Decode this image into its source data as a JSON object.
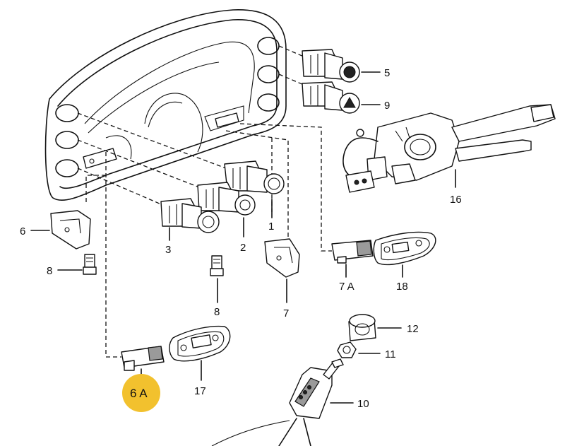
{
  "highlight_color": "#f2c12e",
  "labels": {
    "l1": "1",
    "l2": "2",
    "l3": "3",
    "l5": "5",
    "l6": "6",
    "l6a": "6 A",
    "l7": "7",
    "l7a": "7 A",
    "l8a": "8",
    "l8b": "8",
    "l9": "9",
    "l10": "10",
    "l11": "11",
    "l12": "12",
    "l16": "16",
    "l17": "17",
    "l18": "18"
  }
}
